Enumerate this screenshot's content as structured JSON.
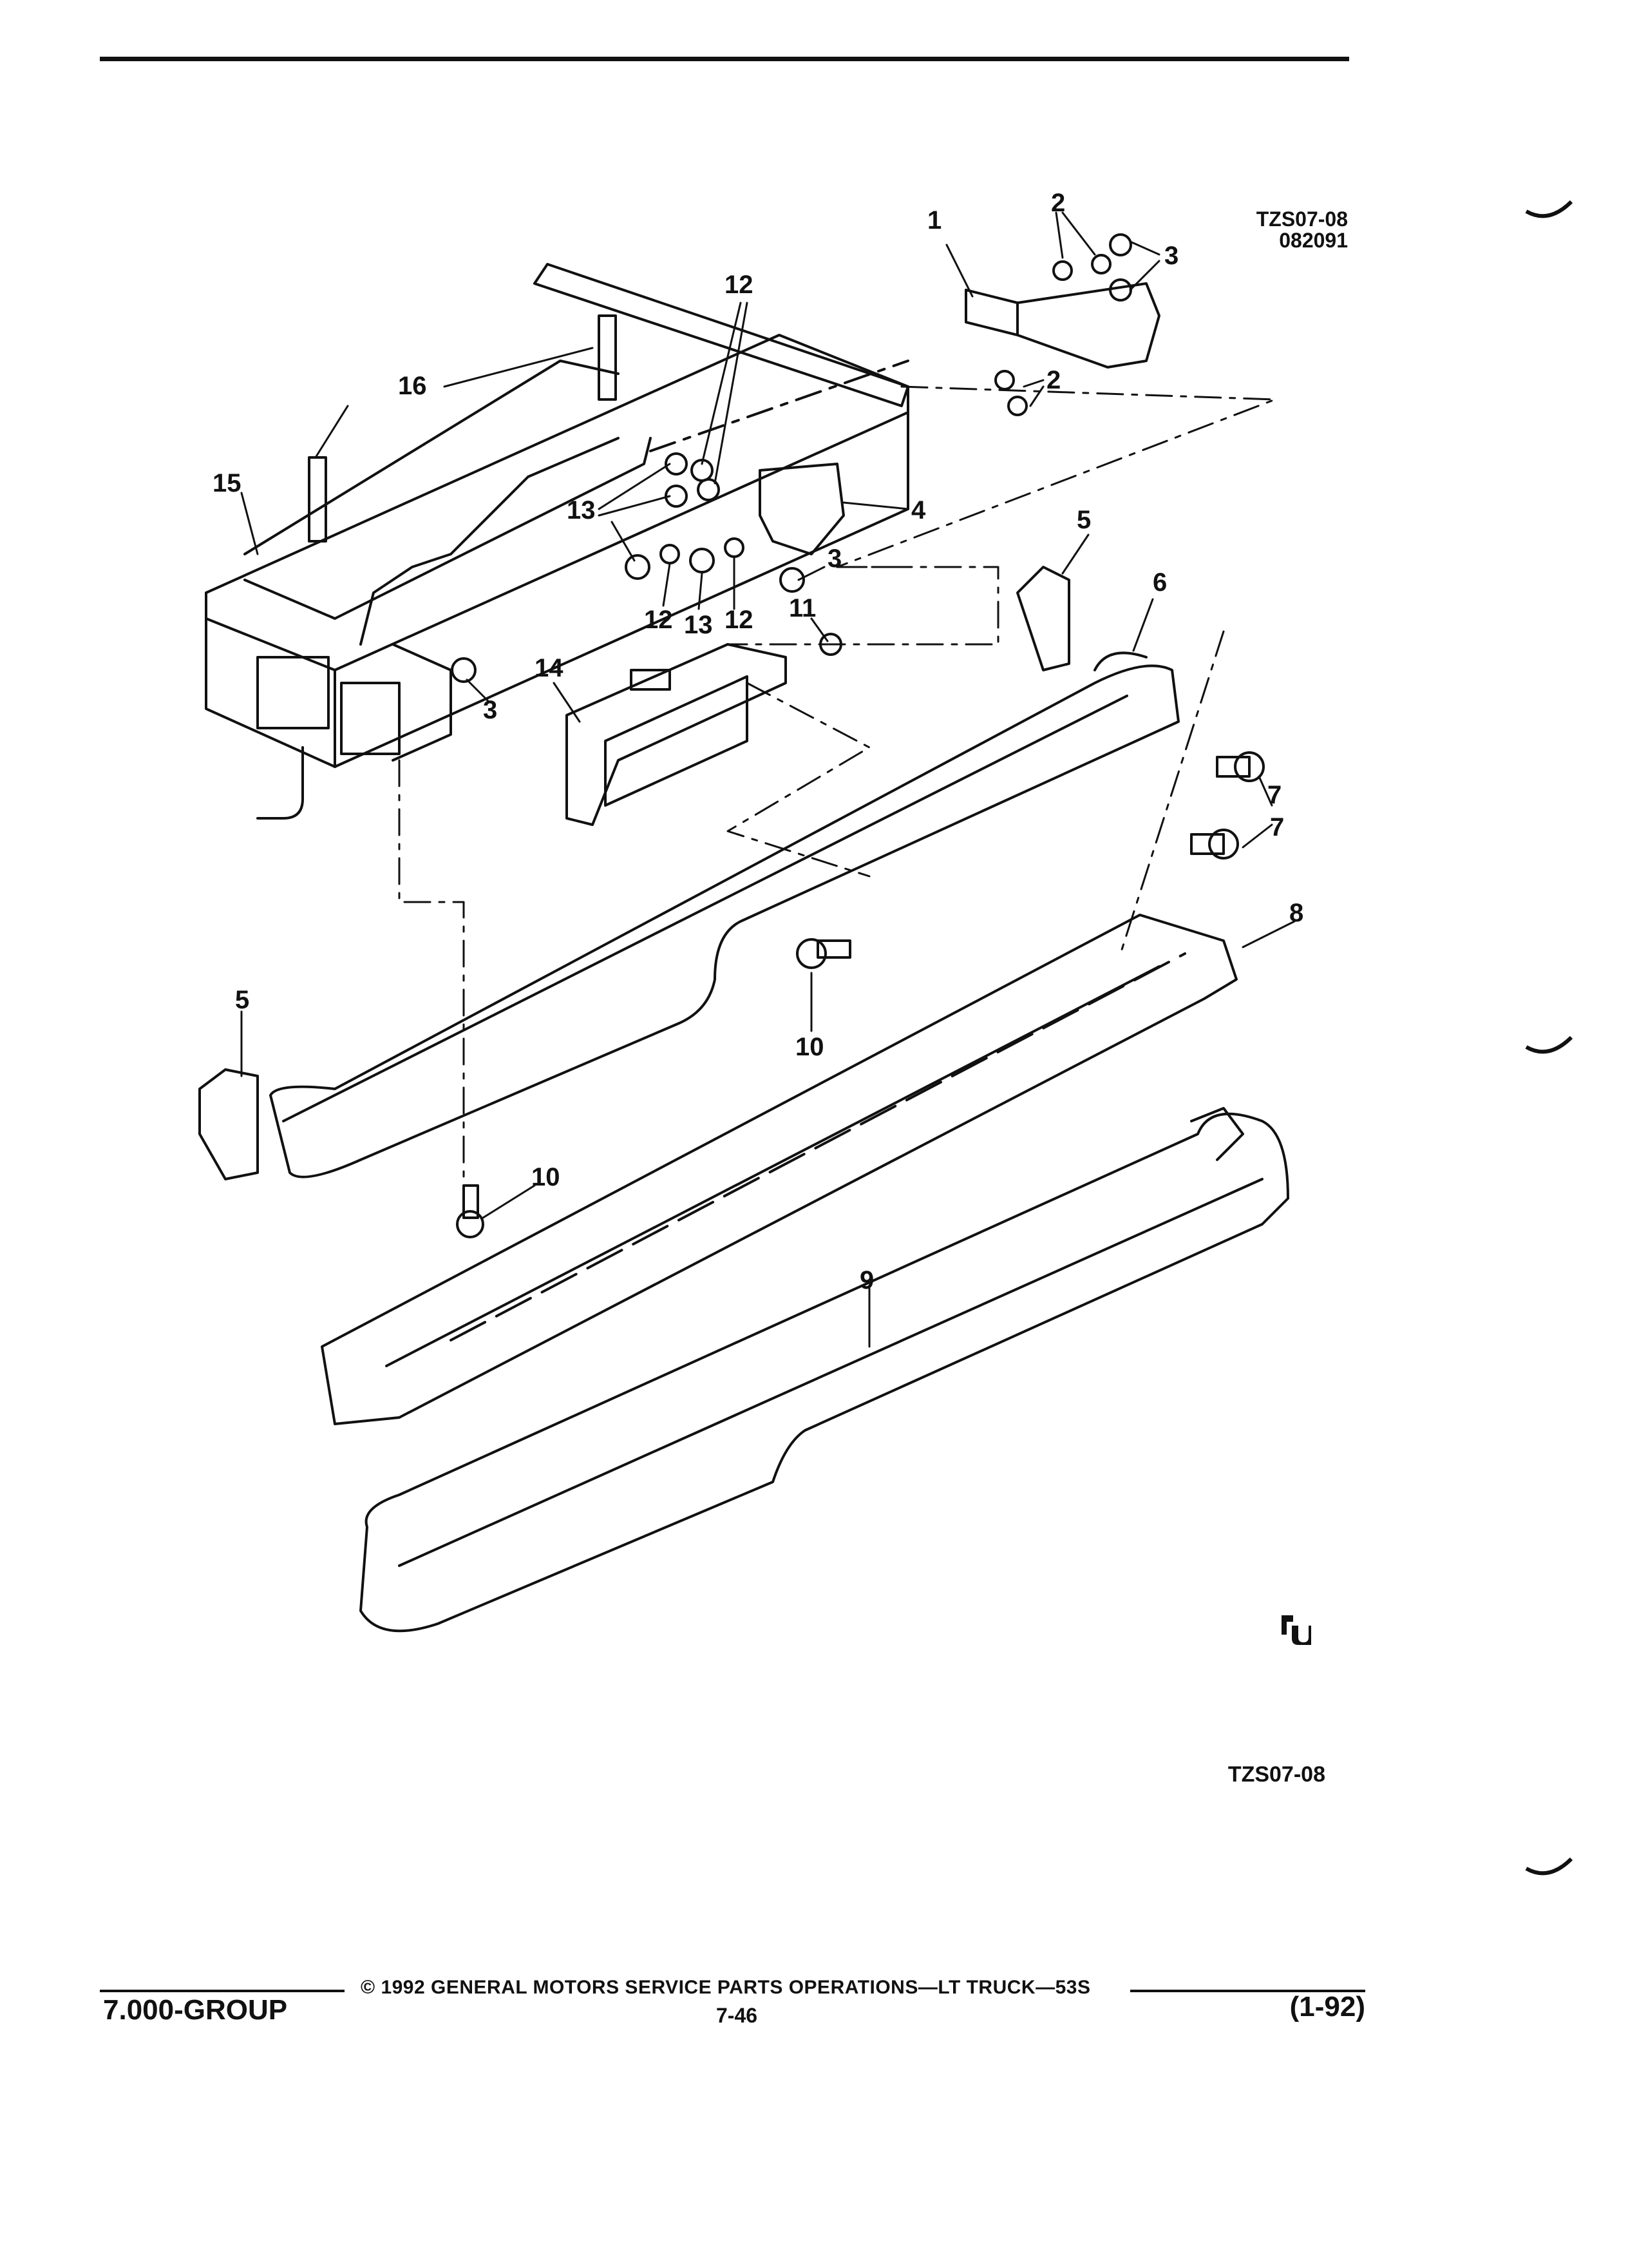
{
  "header": {
    "ref_code": "TZS07-08",
    "ref_date": "082091"
  },
  "callouts": [
    "1",
    "2",
    "2",
    "3",
    "3",
    "3",
    "4",
    "5",
    "5",
    "6",
    "7",
    "7",
    "8",
    "9",
    "10",
    "10",
    "11",
    "12",
    "12",
    "12",
    "13",
    "13",
    "14",
    "15",
    "16"
  ],
  "figure_ref": "TZS07-08",
  "footer": {
    "copyright": "© 1992 GENERAL MOTORS SERVICE PARTS OPERATIONS—LT TRUCK—53S",
    "group": "7.000-GROUP",
    "page": "7-46",
    "date": "(1-92)"
  },
  "colors": {
    "ink": "#111111",
    "paper": "#ffffff"
  }
}
